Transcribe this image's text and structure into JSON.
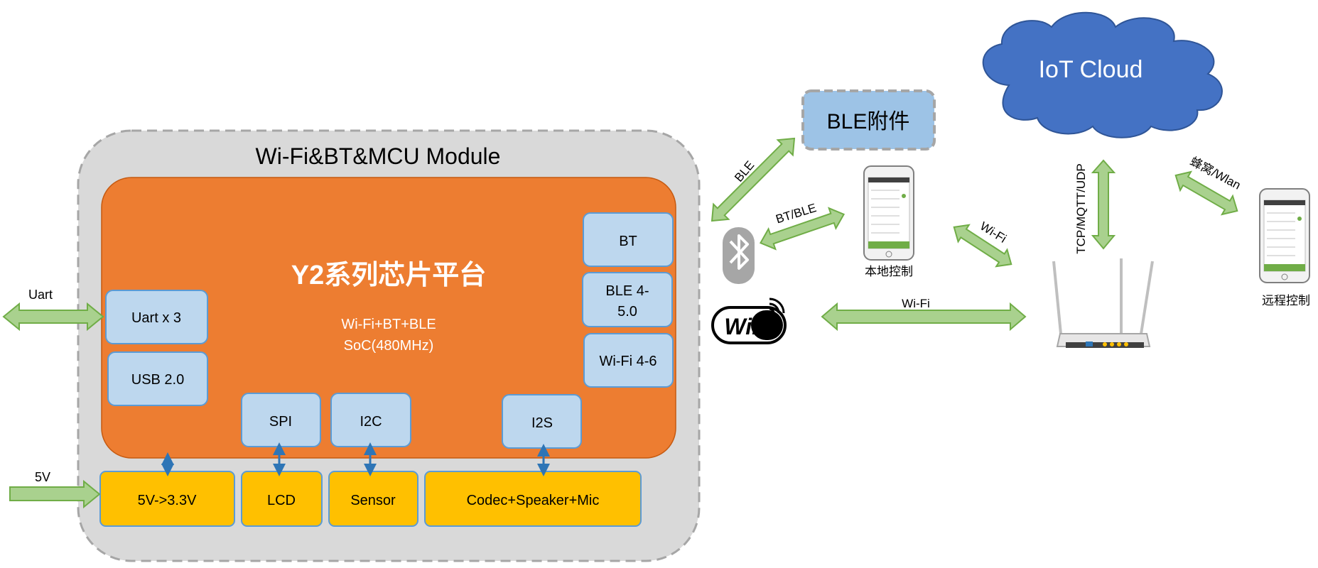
{
  "module": {
    "title": "Wi-Fi&BT&MCU Module",
    "chip_title": "Y2系列芯片平台",
    "chip_sub1": "Wi-Fi+BT+BLE",
    "chip_sub2": "SoC(480MHz)"
  },
  "interfaces": {
    "uart_x3": "Uart x 3",
    "usb": "USB 2.0",
    "spi": "SPI",
    "i2c": "I2C",
    "i2s": "I2S",
    "bt": "BT",
    "ble_line1": "BLE 4-",
    "ble_line2": "5.0",
    "wifi": "Wi-Fi 4-6"
  },
  "peripherals": {
    "power": "5V->3.3V",
    "lcd": "LCD",
    "sensor": "Sensor",
    "codec": "Codec+Speaker+Mic"
  },
  "external_labels": {
    "uart": "Uart",
    "v5": "5V"
  },
  "network": {
    "ble_accessory": "BLE附件",
    "iot_cloud": "IoT Cloud",
    "local_control": "本地控制",
    "remote_control": "远程控制",
    "wifi_logo": "WiFi"
  },
  "links": {
    "ble": "BLE",
    "bt_ble": "BT/BLE",
    "wifi_phone": "Wi-Fi",
    "wifi_main": "Wi-Fi",
    "tcp": "TCP/MQTT/UDP",
    "cellular": "蜂窝/Wlan"
  },
  "colors": {
    "module_bg": "#d9d9d9",
    "chip_orange": "#ed7d31",
    "interface_blue": "#bdd7ee",
    "peripheral_yellow": "#ffc000",
    "arrow_green": "#a9d18e",
    "cloud_blue": "#4472c4"
  }
}
